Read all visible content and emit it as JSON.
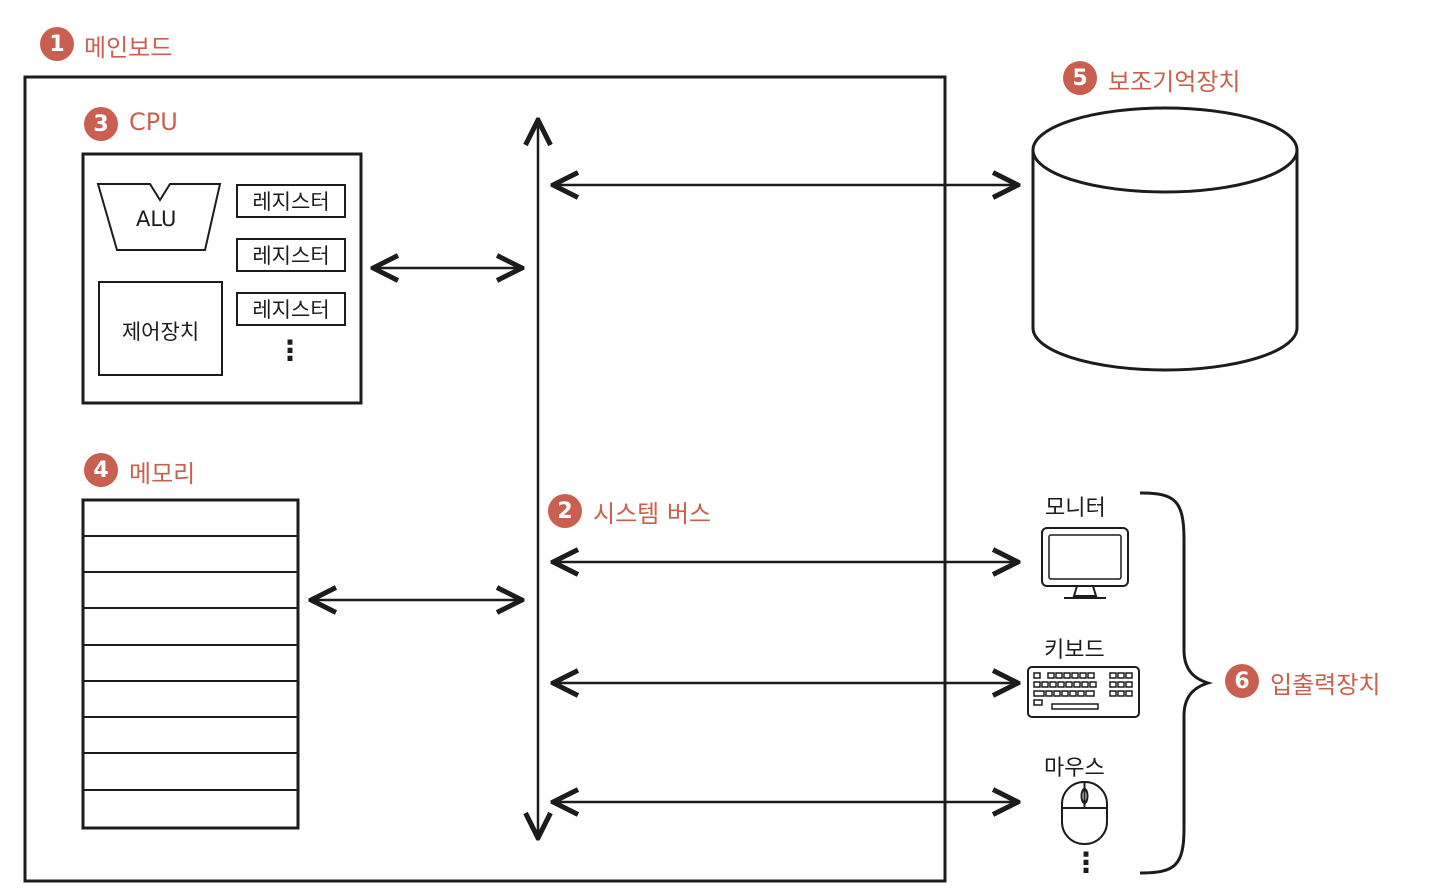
{
  "mainboard": {
    "number": "1",
    "label": "메인보드"
  },
  "bus": {
    "number": "2",
    "label": "시스템 버스"
  },
  "cpu": {
    "number": "3",
    "label": "CPU",
    "alu": "ALU",
    "control_unit": "제어장치",
    "registers": [
      "레지스터",
      "레지스터",
      "레지스터"
    ],
    "more": "⋮"
  },
  "memory": {
    "number": "4",
    "label": "메모리"
  },
  "storage": {
    "number": "5",
    "label": "보조기억장치"
  },
  "io": {
    "number": "6",
    "label": "입출력장치",
    "devices": [
      "모니터",
      "키보드",
      "마우스"
    ],
    "more": "⋮"
  },
  "colors": {
    "accent": "#c95f4e",
    "ink": "#1c1c1c"
  }
}
